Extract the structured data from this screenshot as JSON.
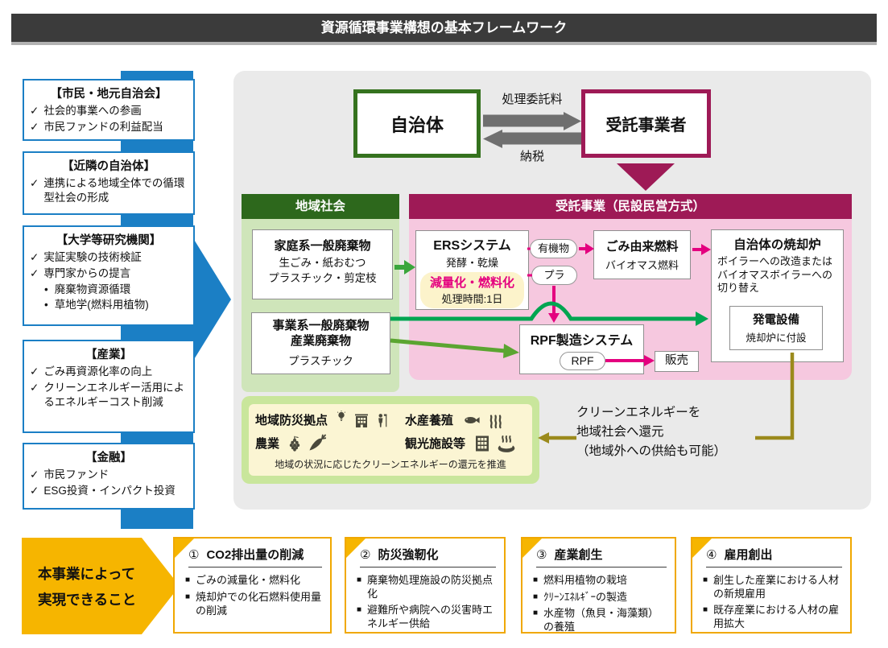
{
  "title_bar": {
    "title": "資源循環事業構想の基本フレームワーク"
  },
  "glyphs": {
    "check": "✓",
    "bullet": "•",
    "square": "■"
  },
  "stakeholders": [
    {
      "title": "【市民・地元自治会】",
      "items": [
        "社会的事業への参画",
        "市民ファンドの利益配当"
      ]
    },
    {
      "title": "【近隣の自治体】",
      "items": [
        "連携による地域全体での循環型社会の形成"
      ]
    },
    {
      "title": "【大学等研究機関】",
      "items": [
        "実証実験の技術検証",
        "専門家からの提言"
      ],
      "subitems": [
        "廃棄物資源循環",
        "草地学(燃料用植物)"
      ]
    },
    {
      "title": "【産業】",
      "items": [
        "ごみ再資源化率の向上",
        "クリーンエネルギー活用によるエネルギーコスト削減"
      ]
    },
    {
      "title": "【金融】",
      "items": [
        "市民ファンド",
        "ESG投資・インパクト投資"
      ]
    }
  ],
  "top_flow": {
    "municipality": "自治体",
    "contractor": "受託事業者",
    "fee_label": "処理委託料",
    "tax_label": "納税"
  },
  "community": {
    "header": "地域社会",
    "household": {
      "title": "家庭系一般廃棄物",
      "line1": "生ごみ・紙おむつ",
      "line2": "プラスチック・剪定枝"
    },
    "business": {
      "title1": "事業系一般廃棄物",
      "title2": "産業廃棄物",
      "line": "プラスチック"
    }
  },
  "contracted": {
    "header": "受託事業（民設民営方式）",
    "ers": {
      "title": "ERSシステム",
      "subtitle": "発酵・乾燥",
      "badge_main": "減量化・燃料化",
      "badge_sub": "処理時間:1日"
    },
    "organic": "有機物",
    "plastic": "プラ",
    "waste_fuel": {
      "title": "ごみ由来燃料",
      "subtitle": "バイオマス燃料"
    },
    "incinerator": {
      "title": "自治体の焼却炉",
      "desc": "ボイラーへの改造またはバイオマスボイラーへの切り替え",
      "power": {
        "title": "発電設備",
        "sub": "焼却炉に付設"
      }
    },
    "rpf": {
      "title": "RPF製造システム",
      "pill": "RPF"
    },
    "sale": "販売"
  },
  "energy_return": {
    "line1": "クリーンエネルギーを",
    "line2": "地域社会へ還元",
    "line3": "（地域外への供給も可能）"
  },
  "community_use": {
    "items": [
      {
        "label": "地域防災拠点",
        "icons": [
          "lightbulb",
          "building",
          "person"
        ]
      },
      {
        "label": "水産養殖",
        "icons": [
          "fish",
          "seaweed"
        ]
      },
      {
        "label": "農業",
        "icons": [
          "grapes",
          "carrot"
        ]
      },
      {
        "label": "観光施設等",
        "icons": [
          "hotel-building",
          "hot-spring"
        ]
      }
    ],
    "caption": "地域の状況に応じたクリーンエネルギーの還元を推進"
  },
  "outcomes": {
    "arrow_line1": "本事業によって",
    "arrow_line2": "実現できること",
    "boxes": [
      {
        "number": "①",
        "title": "CO2排出量の削減",
        "bullets": [
          "ごみの減量化・燃料化",
          "焼却炉での化石燃料使用量の削減"
        ]
      },
      {
        "number": "②",
        "title": "防災強靭化",
        "bullets": [
          "廃棄物処理施設の防災拠点化",
          "避難所や病院への災害時エネルギー供給"
        ]
      },
      {
        "number": "③",
        "title": "産業創生",
        "bullets": [
          "燃料用植物の栽培",
          "ｸﾘｰﾝｴﾈﾙｷﾞｰの製造",
          "水産物（魚貝・海藻類）の養殖"
        ]
      },
      {
        "number": "④",
        "title": "雇用創出",
        "bullets": [
          "創生した産業における人材の新規雇用",
          "既存産業における人材の雇用拡大"
        ]
      }
    ]
  },
  "colors": {
    "title_bar": "#3b3b3b",
    "accent_blue": "#1b7fc5",
    "dark_green": "#2d681c",
    "box_green": "#35721e",
    "light_green_panel": "#cfe5ba",
    "bright_green_panel": "#c9e69c",
    "cream": "#fbf5d3",
    "magenta_dark": "#9e1a56",
    "magenta_bright": "#e4007f",
    "pink_panel": "#f6c8df",
    "emerald_arrow": "#00a551",
    "apple_green_arrow": "#5ba531",
    "mid_green_arrow": "#3aa63c",
    "yellow": "#f6b500",
    "outcome_border": "#f0a800",
    "olive": "#9b8a1c",
    "gray_arrow": "#6f6f6f"
  }
}
